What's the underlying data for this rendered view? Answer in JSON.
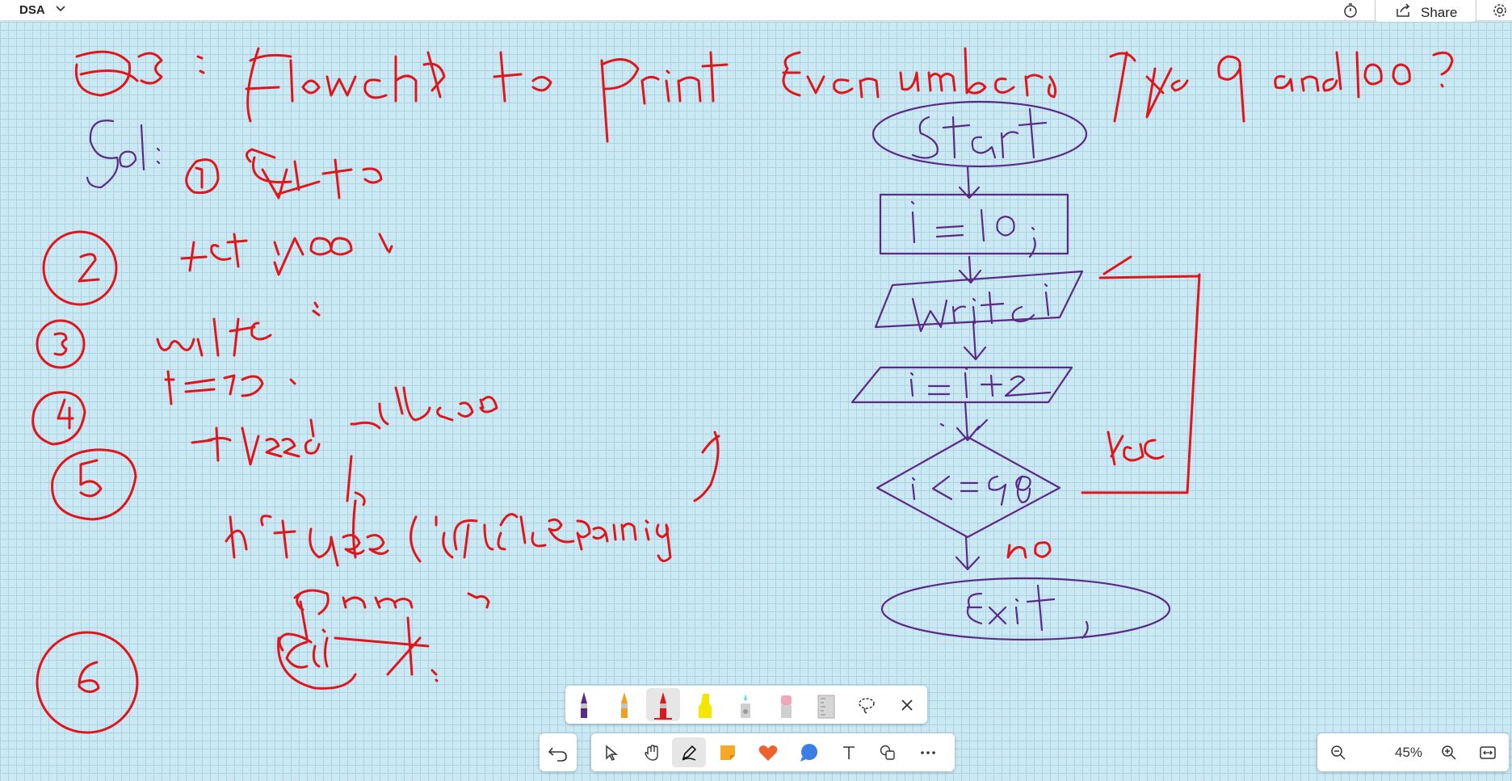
{
  "header": {
    "title": "DSA",
    "share_label": "Share"
  },
  "icons": {
    "title_menu": "chevron-down-icon",
    "timer": "timer-icon",
    "share": "share-icon",
    "settings": "gear-icon"
  },
  "pens": [
    {
      "name": "pen-purple",
      "color": "#5b2a86"
    },
    {
      "name": "pen-orange",
      "color": "#f0a020"
    },
    {
      "name": "pen-red",
      "color": "#e0161d",
      "selected": true
    },
    {
      "name": "highlighter-yellow",
      "color": "#f5e600"
    },
    {
      "name": "pen-light-blue",
      "color": "#5fd7ef"
    },
    {
      "name": "eraser",
      "color": "#f0a8b8"
    },
    {
      "name": "ruler",
      "color": "#c0c0c0"
    }
  ],
  "tools": [
    "undo-icon",
    "select-icon",
    "hand-icon",
    "pen-icon",
    "sticky-note-icon",
    "reaction-icon",
    "chat-icon",
    "text-icon",
    "shapes-icon",
    "more-icon"
  ],
  "zoom": {
    "value": "45%"
  },
  "colors": {
    "canvas": "#cbe8f3",
    "ink_red": "#e0161d",
    "ink_purple": "#5b2a86"
  }
}
